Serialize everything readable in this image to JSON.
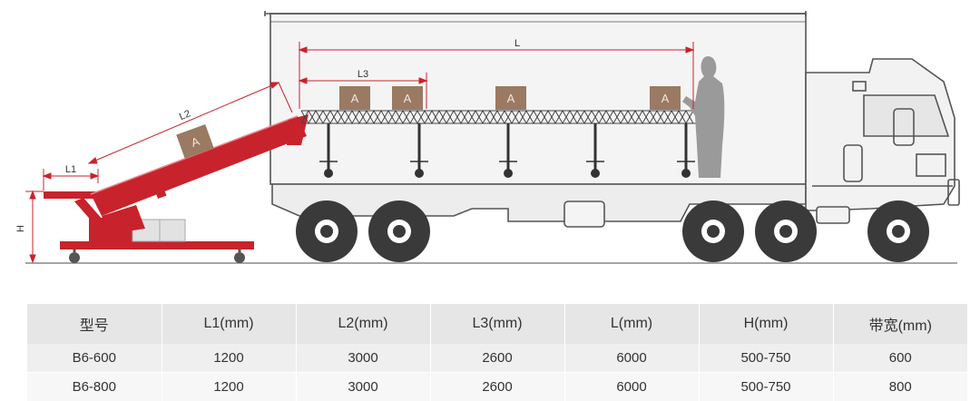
{
  "diagram": {
    "labels": {
      "l": "L",
      "l1": "L1",
      "l2": "L2",
      "l3": "L3",
      "h": "H"
    },
    "box_label": "A",
    "colors": {
      "red": "#c8232c",
      "box": "#9a7a62",
      "dimension": "#c8232c",
      "truck_outline": "#555555",
      "person": "#9a9a9a"
    }
  },
  "table": {
    "headers": [
      "型号",
      "L1(mm)",
      "L2(mm)",
      "L3(mm)",
      "L(mm)",
      "H(mm)",
      "带宽(mm)"
    ],
    "rows": [
      [
        "B6-600",
        "1200",
        "3000",
        "2600",
        "6000",
        "500-750",
        "600"
      ],
      [
        "B6-800",
        "1200",
        "3000",
        "2600",
        "6000",
        "500-750",
        "800"
      ]
    ]
  }
}
